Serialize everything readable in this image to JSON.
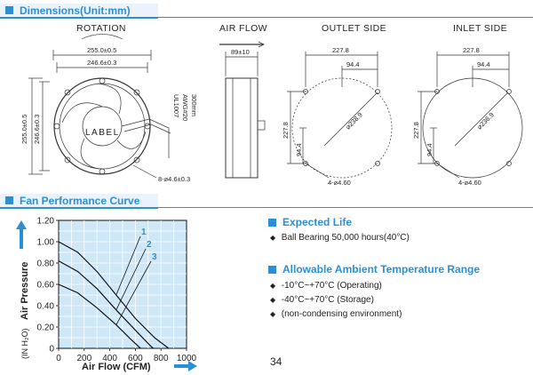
{
  "sections": {
    "dimensions_title": "Dimensions(Unit:mm)",
    "performance_title": "Fan Performance Curve"
  },
  "drawings": {
    "rotation": "ROTATION",
    "air_flow": "AIR FLOW",
    "outlet_side": "OUTLET SIDE",
    "inlet_side": "INLET SIDE",
    "dim_255": "255.0±0.5",
    "dim_246": "246.6±0.3",
    "dim_255_v": "255.0±0.5",
    "dim_246_v": "246.6±0.3",
    "hole_dia": "8-⌀4.6±0.3",
    "label": "LABEL",
    "cable_1": "UL1007",
    "cable_2": "AWG#20",
    "cable_3": "300mm",
    "depth": "89±10",
    "o_w": "227.8",
    "o_94": "94.4",
    "o_h": "227.8",
    "o_94v": "94.4",
    "o_dia": "⌀238.9",
    "o_holes": "4-⌀4.60",
    "i_w": "227.8",
    "i_94": "94.4",
    "i_h": "227.8",
    "i_94v": "94.4",
    "i_dia": "⌀236.9",
    "i_holes": "4-⌀4.60"
  },
  "chart_data": {
    "type": "line",
    "title": "",
    "xlabel": "Air Flow (CFM)",
    "ylabel": "Air Pressure",
    "ylabel_unit": "(IN H₂O)",
    "xlim": [
      0,
      1000
    ],
    "ylim": [
      0,
      1.2
    ],
    "x_ticks": [
      "0",
      "200",
      "400",
      "600",
      "800",
      "1000"
    ],
    "y_ticks": [
      "0",
      "0.20",
      "0.40",
      "0.60",
      "0.80",
      "1.00",
      "1.20"
    ],
    "grid": true,
    "series": [
      {
        "name": "1",
        "points": [
          [
            0,
            1.0
          ],
          [
            150,
            0.9
          ],
          [
            300,
            0.72
          ],
          [
            450,
            0.5
          ],
          [
            600,
            0.28
          ],
          [
            750,
            0.1
          ],
          [
            860,
            0.0
          ]
        ]
      },
      {
        "name": "2",
        "points": [
          [
            0,
            0.82
          ],
          [
            150,
            0.72
          ],
          [
            300,
            0.56
          ],
          [
            450,
            0.36
          ],
          [
            600,
            0.17
          ],
          [
            720,
            0.02
          ],
          [
            740,
            0.0
          ]
        ]
      },
      {
        "name": "3",
        "points": [
          [
            0,
            0.6
          ],
          [
            150,
            0.52
          ],
          [
            300,
            0.38
          ],
          [
            450,
            0.22
          ],
          [
            560,
            0.09
          ],
          [
            640,
            0.0
          ]
        ]
      }
    ]
  },
  "features": {
    "expected_life_title": "Expected Life",
    "expected_life_items": [
      "Ball Bearing 50,000 hours(40°C)"
    ],
    "temp_title": "Allowable Ambient Temperature Range",
    "temp_items": [
      "-10°C~+70°C (Operating)",
      "-40°C~+70°C (Storage)",
      "(non-condensing environment)"
    ]
  },
  "page_number": "34",
  "colors": {
    "accent": "#2b8fd6",
    "chart_bg": "#cfe8f7",
    "grid": "#ffffff",
    "curve": "#111111"
  }
}
